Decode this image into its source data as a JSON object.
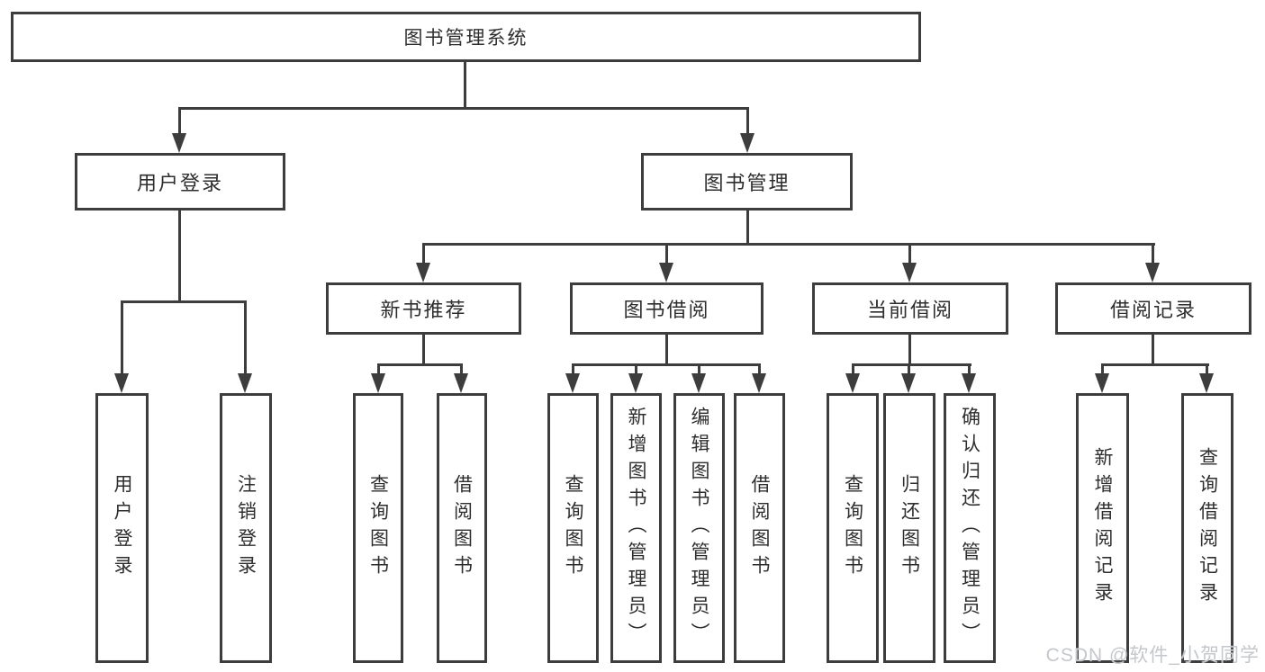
{
  "meta": {
    "background_color": "#ffffff",
    "line_color": "#3d3d3d",
    "text_color": "#2e2e2e",
    "watermark_color": "#c4c7cb"
  },
  "tree": {
    "root": "图书管理系统",
    "branches": [
      {
        "label": "用户登录",
        "children": [
          "用户登录",
          "注销登录"
        ]
      },
      {
        "label": "图书管理",
        "sections": [
          {
            "label": "新书推荐",
            "children": [
              "查询图书",
              "借阅图书"
            ]
          },
          {
            "label": "图书借阅",
            "children": [
              "查询图书",
              "新增图书（管理员）",
              "编辑图书（管理员）",
              "借阅图书"
            ]
          },
          {
            "label": "当前借阅",
            "children": [
              "查询图书",
              "归还图书",
              "确认归还（管理员）"
            ]
          },
          {
            "label": "借阅记录",
            "children": [
              "新增借阅记录",
              "查询借阅记录"
            ]
          }
        ]
      }
    ]
  },
  "watermark": {
    "text": "CSDN @软件_小贺同学"
  }
}
